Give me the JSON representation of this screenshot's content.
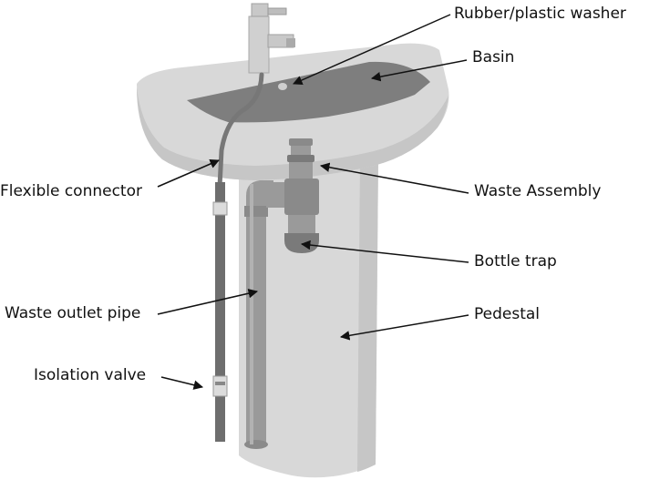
{
  "labels": {
    "washer": "Rubber/plastic washer",
    "basin": "Basin",
    "flexible_connector": "Flexible connector",
    "waste_assembly": "Waste Assembly",
    "bottle_trap": "Bottle trap",
    "waste_outlet_pipe": "Waste outlet pipe",
    "pedestal": "Pedestal",
    "isolation_valve": "Isolation valve"
  },
  "colors": {
    "ceramic": "#d8d8d8",
    "ceramic_shadow": "#c6c6c6",
    "bowl": "#7e7e7e",
    "pipe": "#9a9a9a",
    "pipe_dark": "#6e6e6e",
    "connector": "#777777",
    "leader": "#111111"
  }
}
